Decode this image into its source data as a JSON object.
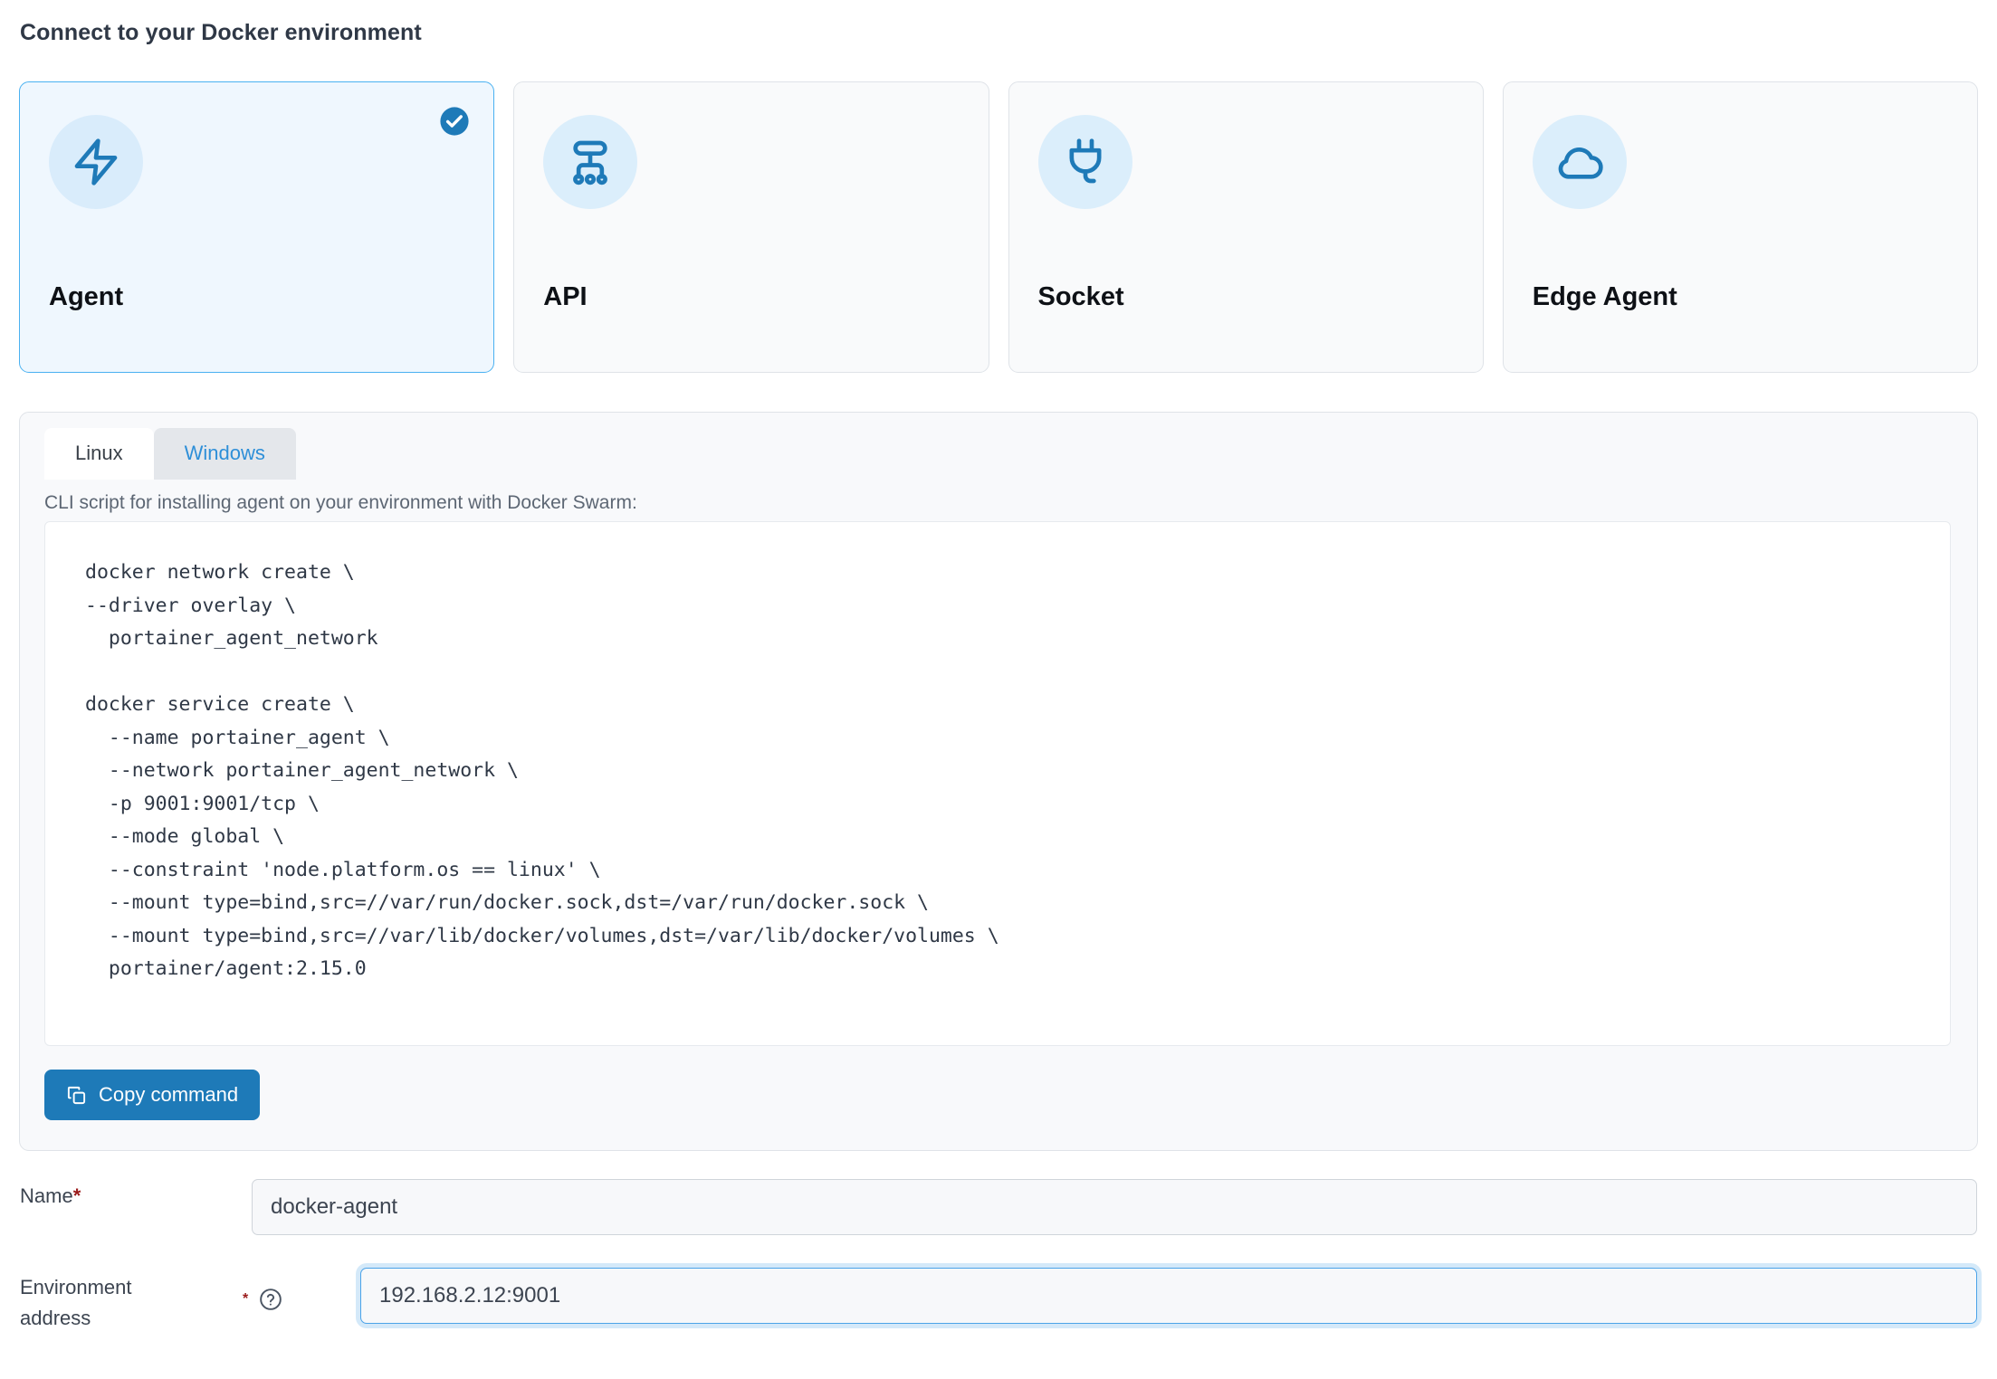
{
  "header": {
    "title": "Connect to your Docker environment"
  },
  "cards": [
    {
      "label": "Agent",
      "icon": "zap-icon",
      "selected": true,
      "check_icon": "check-circle-icon"
    },
    {
      "label": "API",
      "icon": "network-icon",
      "selected": false
    },
    {
      "label": "Socket",
      "icon": "plug-icon",
      "selected": false
    },
    {
      "label": "Edge Agent",
      "icon": "cloud-icon",
      "selected": false
    }
  ],
  "script_panel": {
    "tabs": [
      {
        "label": "Linux",
        "active": true
      },
      {
        "label": "Windows",
        "active": false
      }
    ],
    "description": "CLI script for installing agent on your environment with Docker Swarm:",
    "code": "docker network create \\\n--driver overlay \\\n  portainer_agent_network\n\ndocker service create \\\n  --name portainer_agent \\\n  --network portainer_agent_network \\\n  -p 9001:9001/tcp \\\n  --mode global \\\n  --constraint 'node.platform.os == linux' \\\n  --mount type=bind,src=//var/run/docker.sock,dst=/var/run/docker.sock \\\n  --mount type=bind,src=//var/lib/docker/volumes,dst=/var/lib/docker/volumes \\\n  portainer/agent:2.15.0",
    "copy_button": {
      "label": "Copy command",
      "icon": "copy-icon"
    }
  },
  "form": {
    "name_field": {
      "label": "Name",
      "required_mark": "*",
      "value": "docker-agent",
      "placeholder": ""
    },
    "address_field": {
      "label_line1": "Environment",
      "label_line2": "address",
      "required_mark": "*",
      "help_icon": "help-circle-icon",
      "value": "192.168.2.12:9001",
      "placeholder": "",
      "focused": true
    }
  },
  "colors": {
    "accent": "#1e7ab8",
    "selected_border": "#4ab1f1",
    "selected_bg": "#eff7fe",
    "icon_bubble": "#dbeefb",
    "required": "#9b1c1c",
    "panel_bg": "#f8f9fb",
    "text": "#2f3846"
  }
}
